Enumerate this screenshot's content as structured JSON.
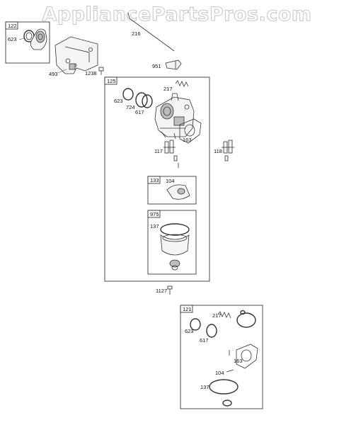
{
  "watermark": "AppliancePartsPros.com",
  "kits": [
    {
      "id": "kit-122",
      "label": "122"
    },
    {
      "id": "kit-125",
      "label": "125"
    },
    {
      "id": "kit-133",
      "label": "133"
    },
    {
      "id": "kit-975",
      "label": "975"
    },
    {
      "id": "kit-121",
      "label": "121"
    }
  ],
  "callouts": [
    {
      "id": "p623a",
      "label": "623"
    },
    {
      "id": "p493",
      "label": "493"
    },
    {
      "id": "p1238",
      "label": "1238"
    },
    {
      "id": "p216",
      "label": "216"
    },
    {
      "id": "p951",
      "label": "951"
    },
    {
      "id": "p217a",
      "label": "217"
    },
    {
      "id": "p623b",
      "label": "623"
    },
    {
      "id": "p724",
      "label": "724"
    },
    {
      "id": "p617a",
      "label": "617"
    },
    {
      "id": "p163a",
      "label": "163"
    },
    {
      "id": "p117",
      "label": "117"
    },
    {
      "id": "p118",
      "label": "118"
    },
    {
      "id": "p104a",
      "label": "104"
    },
    {
      "id": "p137a",
      "label": "137"
    },
    {
      "id": "p1127",
      "label": "1127"
    },
    {
      "id": "p217b",
      "label": "217"
    },
    {
      "id": "p623c",
      "label": "623"
    },
    {
      "id": "p617b",
      "label": "617"
    },
    {
      "id": "p163b",
      "label": "163"
    },
    {
      "id": "p104b",
      "label": "104"
    },
    {
      "id": "p137b",
      "label": "137"
    }
  ]
}
